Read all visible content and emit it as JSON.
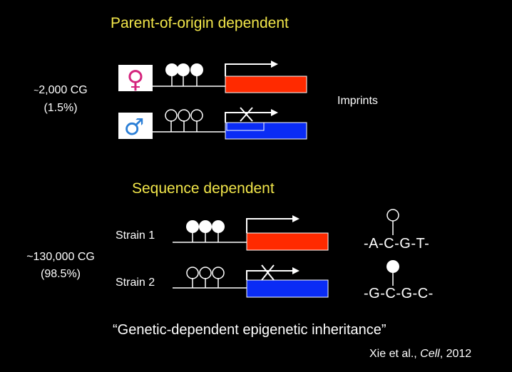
{
  "sections": {
    "imprint": {
      "title": "Parent-of-origin dependent",
      "count": "2,000 CG",
      "count_prefix": "~",
      "percent": "(1.5%)",
      "label": "Imprints",
      "female_symbol": "♀",
      "male_symbol": "♂"
    },
    "sequence": {
      "title": "Sequence dependent",
      "count": "~130,000 CG",
      "percent": "(98.5%)",
      "strain1": "Strain 1",
      "strain2": "Strain 2",
      "seq_unmethylated": "-A-C-G-T-",
      "seq_methylated": "-G-C-G-C-"
    }
  },
  "quote": "“Genetic-dependent epigenetic inheritance”",
  "citation": {
    "authors": "Xie et al., ",
    "journal": "Cell",
    "year": ", 2012"
  },
  "colors": {
    "title": "#f2e64a",
    "active_gene": "#ff2a00",
    "silenced_gene": "#0a2cf5",
    "female": "#d4237c",
    "male": "#2a7ed6"
  },
  "icons": [
    "female-symbol-icon",
    "male-symbol-icon",
    "methylated-cpg-lollipop",
    "unmethylated-cpg-lollipop",
    "transcription-arrow-icon",
    "blocked-transcription-x-icon"
  ]
}
